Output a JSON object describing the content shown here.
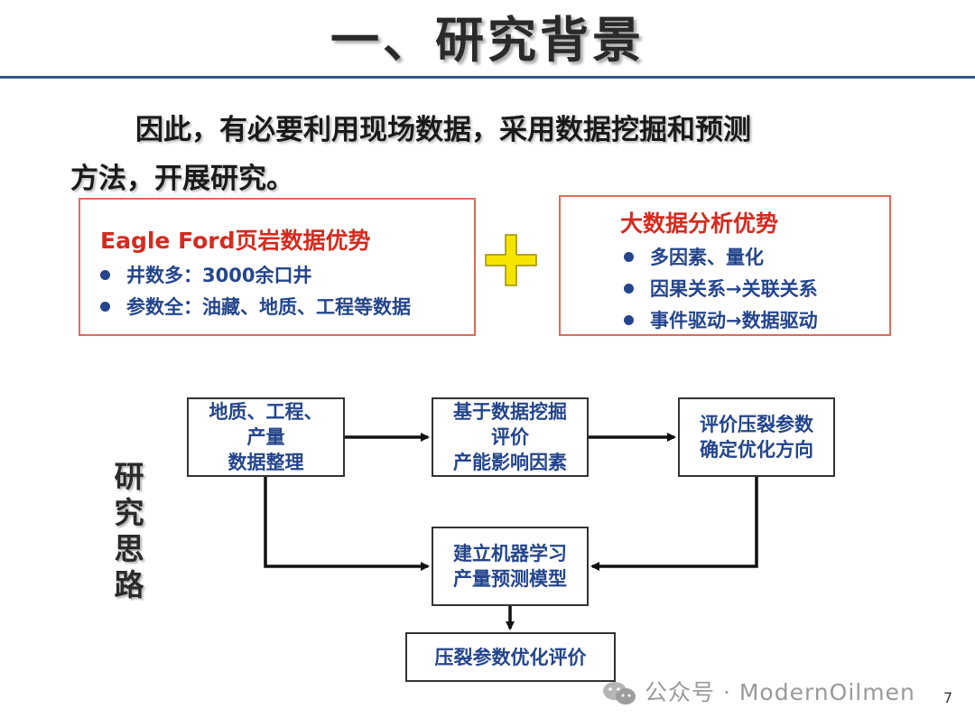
{
  "title": "一、研究背景",
  "intro": {
    "line1": "因此，有必要利用现场数据，采用数据挖掘和预测",
    "line2": "方法，开展研究。"
  },
  "left_panel": {
    "heading": "Eagle Ford页岩数据优势",
    "bullets": [
      "井数多：3000余口井",
      "参数全：油藏、地质、工程等数据"
    ]
  },
  "right_panel": {
    "heading": "大数据分析优势",
    "bullets": [
      "多因素、量化",
      "因果关系→关联关系",
      "事件驱动→数据驱动"
    ]
  },
  "side_label": [
    "研",
    "究",
    "思",
    "路"
  ],
  "flow": {
    "node1": [
      "地质、工程、",
      "产量",
      "数据整理"
    ],
    "node2": [
      "基于数据挖掘",
      "评价",
      "产能影响因素"
    ],
    "node3": [
      "评价压裂参数",
      "确定优化方向"
    ],
    "node4": [
      "建立机器学习",
      "产量预测模型"
    ],
    "node5": [
      "压裂参数优化评价"
    ]
  },
  "watermark": "公众号 · ModernOilmen",
  "page_number": "7",
  "colors": {
    "title_rule": "#2e5b8c",
    "panel_border": "#e06a5a",
    "panel_heading": "#d62a1e",
    "body_text": "#24458c",
    "plus": "#f5e400"
  },
  "icons": [
    "plus-icon",
    "bullet-dot-icon",
    "wechat-icon"
  ]
}
